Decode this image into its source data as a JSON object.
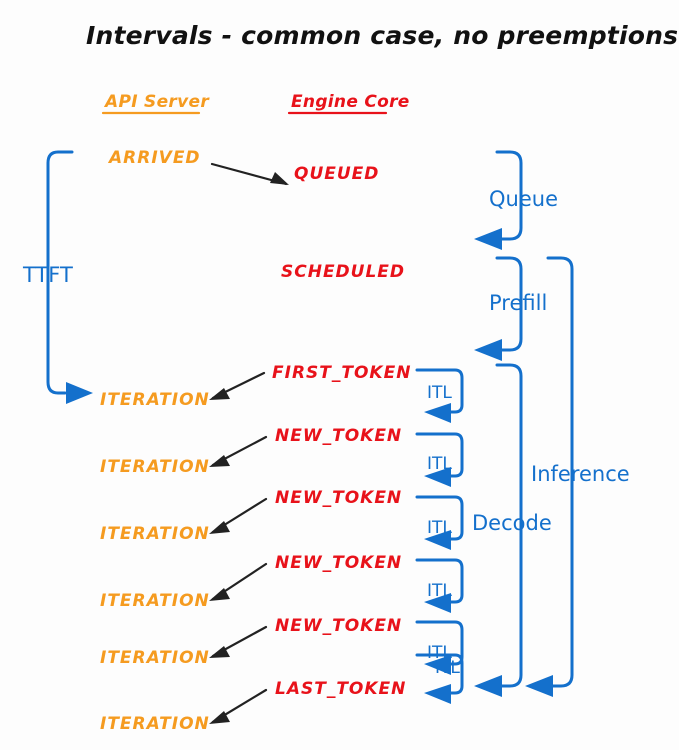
{
  "title": "Intervals - common case, no preemptions",
  "columns": {
    "api_server": "API Server",
    "engine_core": "Engine Core"
  },
  "colors": {
    "background": "#fdfdfd",
    "title": "#111111",
    "api_server": "#f59b20",
    "engine_core": "#e8121a",
    "interval": "#1470cc",
    "arrow": "#222222"
  },
  "states": {
    "arrived": "ARRIVED",
    "queued": "QUEUED",
    "scheduled": "SCHEDULED",
    "first_token": "FIRST_TOKEN",
    "last_token": "LAST_TOKEN",
    "new_token": "NEW_TOKEN",
    "iteration": "ITERATION"
  },
  "intervals": {
    "ttft": "TTFT",
    "queue": "Queue",
    "prefill": "Prefill",
    "decode": "Decode",
    "inference": "Inference",
    "itl": "ITL"
  },
  "rows": [
    {
      "id": "row-arrived",
      "api": "ARRIVED",
      "engine": "QUEUED",
      "itl": null
    },
    {
      "id": "row-scheduled",
      "api": null,
      "engine": "SCHEDULED",
      "itl": null
    },
    {
      "id": "row-first",
      "api": "ITERATION",
      "engine": "FIRST_TOKEN",
      "itl": "ITL"
    },
    {
      "id": "row-new-1",
      "api": "ITERATION",
      "engine": "NEW_TOKEN",
      "itl": "ITL"
    },
    {
      "id": "row-new-2",
      "api": "ITERATION",
      "engine": "NEW_TOKEN",
      "itl": "ITL"
    },
    {
      "id": "row-new-3",
      "api": "ITERATION",
      "engine": "NEW_TOKEN",
      "itl": "ITL"
    },
    {
      "id": "row-new-4",
      "api": "ITERATION",
      "engine": "NEW_TOKEN",
      "itl": "ITL"
    },
    {
      "id": "row-last",
      "api": "ITERATION",
      "engine": "LAST_TOKEN",
      "itl": "ITL"
    }
  ],
  "itl_labels": [
    "ITL",
    "ITL",
    "ITL",
    "ITL",
    "ITL",
    "ITL"
  ],
  "iteration_labels": [
    "ITERATION",
    "ITERATION",
    "ITERATION",
    "ITERATION",
    "ITERATION",
    "ITERATION",
    "ITERATION"
  ],
  "token_labels": [
    "FIRST_TOKEN",
    "NEW_TOKEN",
    "NEW_TOKEN",
    "NEW_TOKEN",
    "NEW_TOKEN",
    "LAST_TOKEN"
  ]
}
